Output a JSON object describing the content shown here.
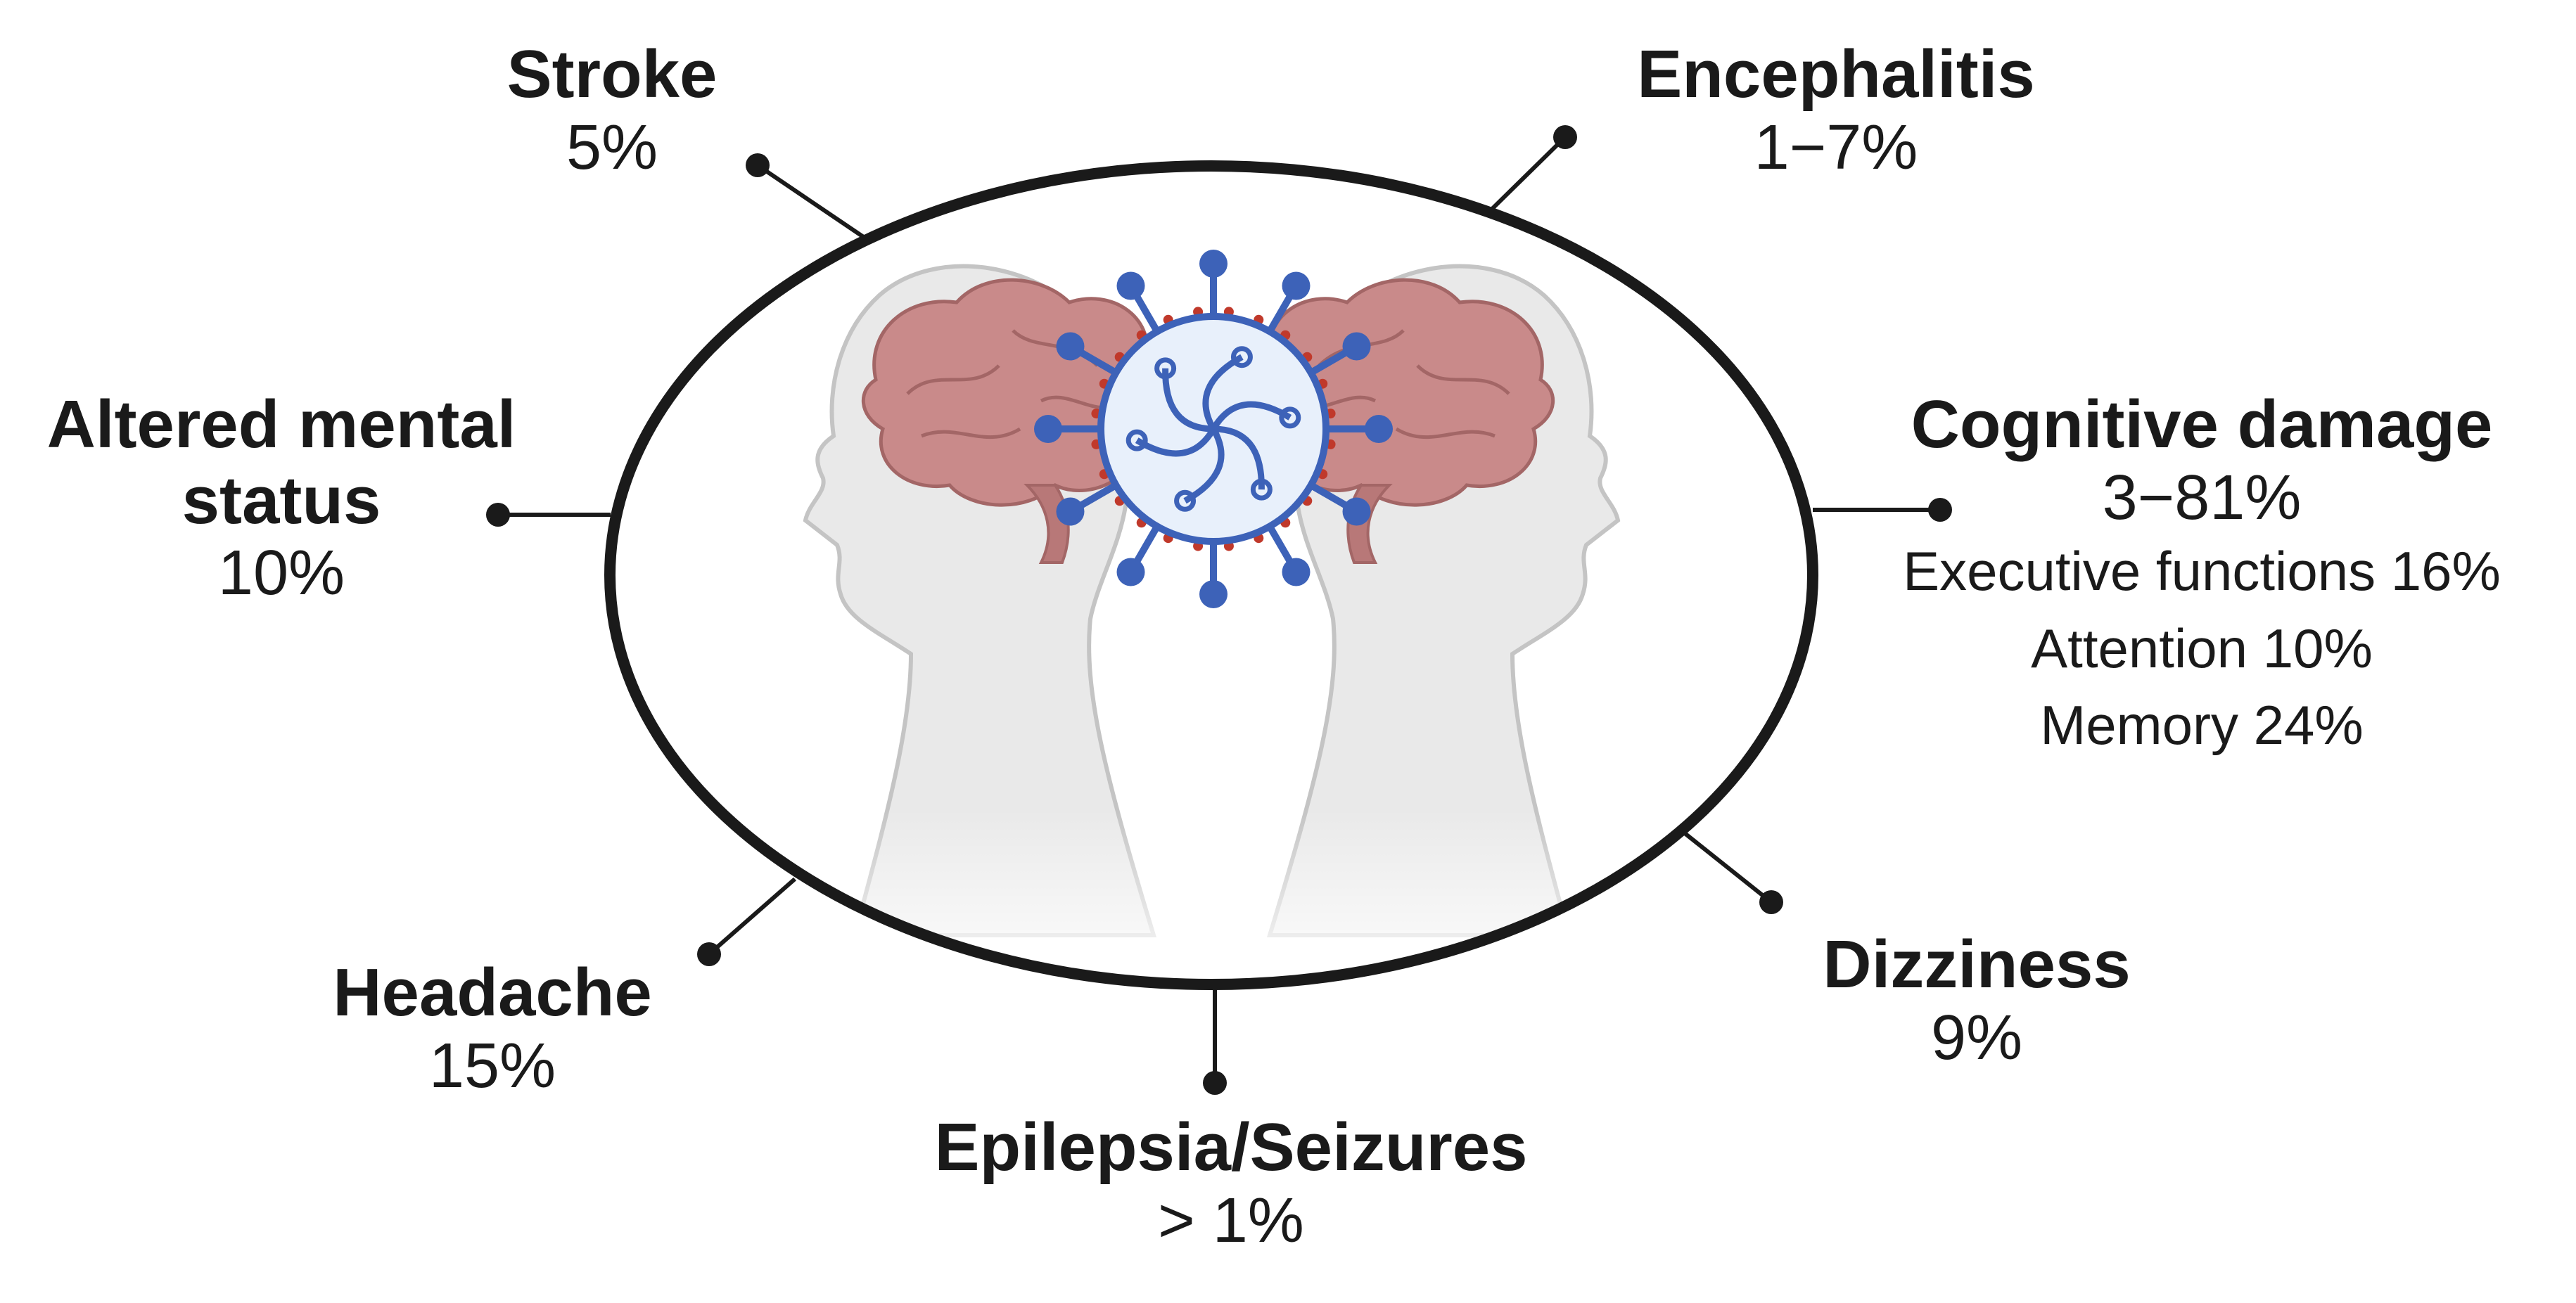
{
  "colors": {
    "ink": "#1a1a1a",
    "brain": "#c98a8a",
    "brain_dark": "#a36666",
    "head": "#e9e9e9",
    "head_stroke": "#c4c4c4",
    "virus_blue": "#3d62b8",
    "virus_red": "#c0392b",
    "virus_fill": "#e8f0fb"
  },
  "icons": [
    "two-heads-profile-icon",
    "brain-icon",
    "coronavirus-icon"
  ],
  "symptoms": {
    "stroke": {
      "name": "Stroke",
      "value": "5%"
    },
    "encephalitis": {
      "name": "Encephalitis",
      "value": "1−7%"
    },
    "altered_mental_status": {
      "name": "Altered mental\nstatus",
      "value": "10%"
    },
    "cognitive_damage": {
      "name": "Cognitive damage",
      "value": "3−81%",
      "details": [
        "Executive functions 16%",
        "Attention 10%",
        "Memory 24%"
      ]
    },
    "headache": {
      "name": "Headache",
      "value": "15%"
    },
    "dizziness": {
      "name": "Dizziness",
      "value": "9%"
    },
    "seizures": {
      "name": "Epilepsia/Seizures",
      "value": "> 1%"
    }
  }
}
